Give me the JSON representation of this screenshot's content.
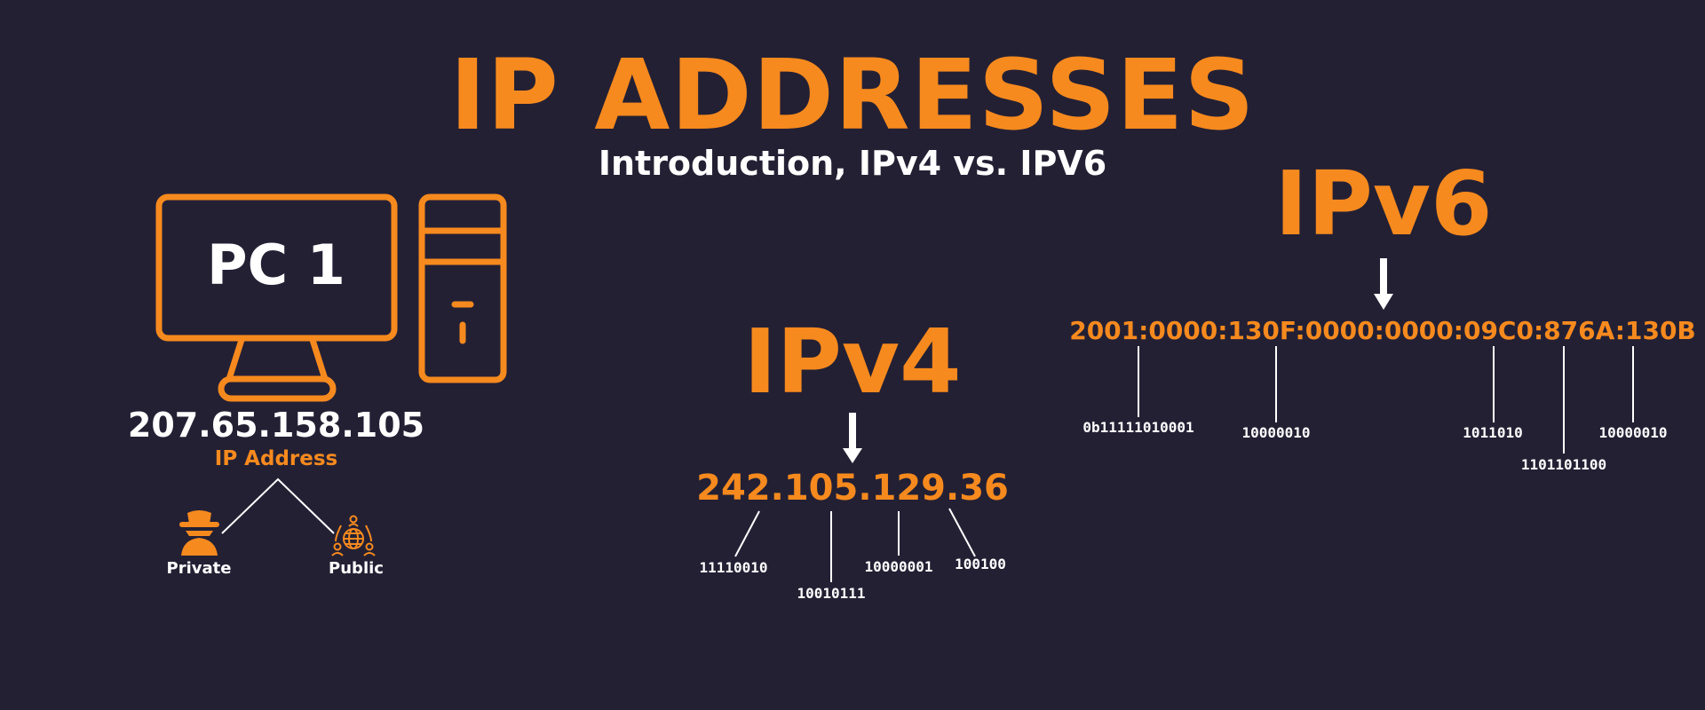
{
  "title": "IP ADDRESSES",
  "subtitle": "Introduction, IPv4 vs. IPV6",
  "colors": {
    "background": "#242034",
    "accent": "#f68a1e",
    "text": "#ffffff"
  },
  "pc": {
    "screen_label": "PC 1",
    "ip": "207.65.158.105",
    "ip_label": "IP Address",
    "icons": [
      "monitor-icon",
      "tower-case-icon"
    ],
    "branches": [
      {
        "label": "Private",
        "icon": "spy-icon"
      },
      {
        "label": "Public",
        "icon": "global-network-icon"
      }
    ]
  },
  "ipv4": {
    "heading": "IPv4",
    "address": "242.105.129.36",
    "binary": [
      "11110010",
      "10010111",
      "10000001",
      "100100"
    ]
  },
  "ipv6": {
    "heading": "IPv6",
    "address": "2001:0000:130F:0000:0000:09C0:876A:130B",
    "binary": [
      "0b11111010001",
      "10000010",
      "1011010",
      "1101101100",
      "10000010"
    ]
  }
}
